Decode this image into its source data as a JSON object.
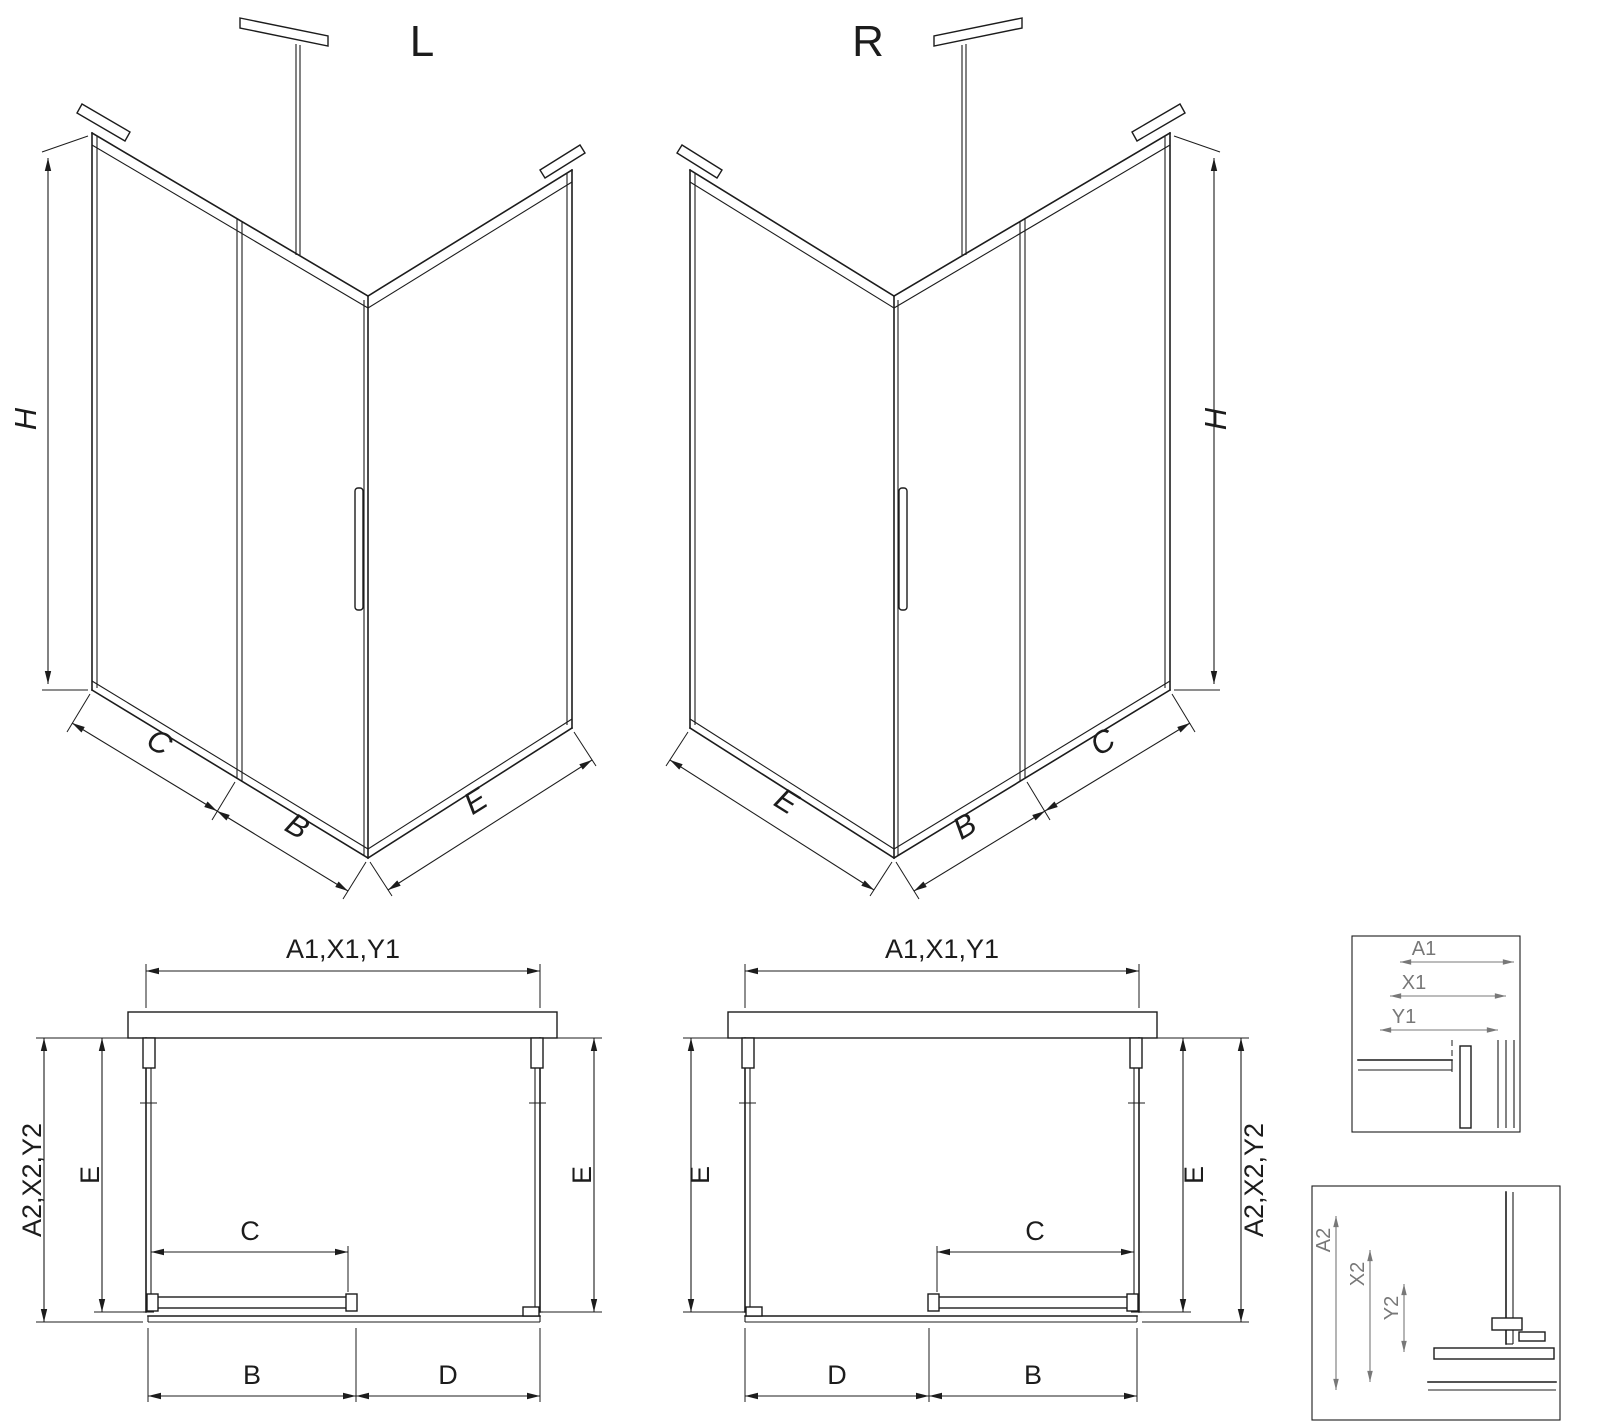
{
  "drawing": {
    "iso_left": {
      "title": "L"
    },
    "iso_right": {
      "title": "R"
    },
    "dims": {
      "height": "H",
      "seg_c": "C",
      "seg_b": "B",
      "seg_d": "D",
      "seg_e": "E",
      "width_combo": "A1,X1,Y1",
      "depth_combo": "A2,X2,Y2"
    },
    "detail_width": {
      "labels": [
        "A1",
        "X1",
        "Y1"
      ]
    },
    "detail_depth": {
      "labels": [
        "A2",
        "X2",
        "Y2"
      ]
    }
  },
  "colors": {
    "line": "#1c1c1c",
    "detail": "#787878",
    "background": "#ffffff"
  }
}
